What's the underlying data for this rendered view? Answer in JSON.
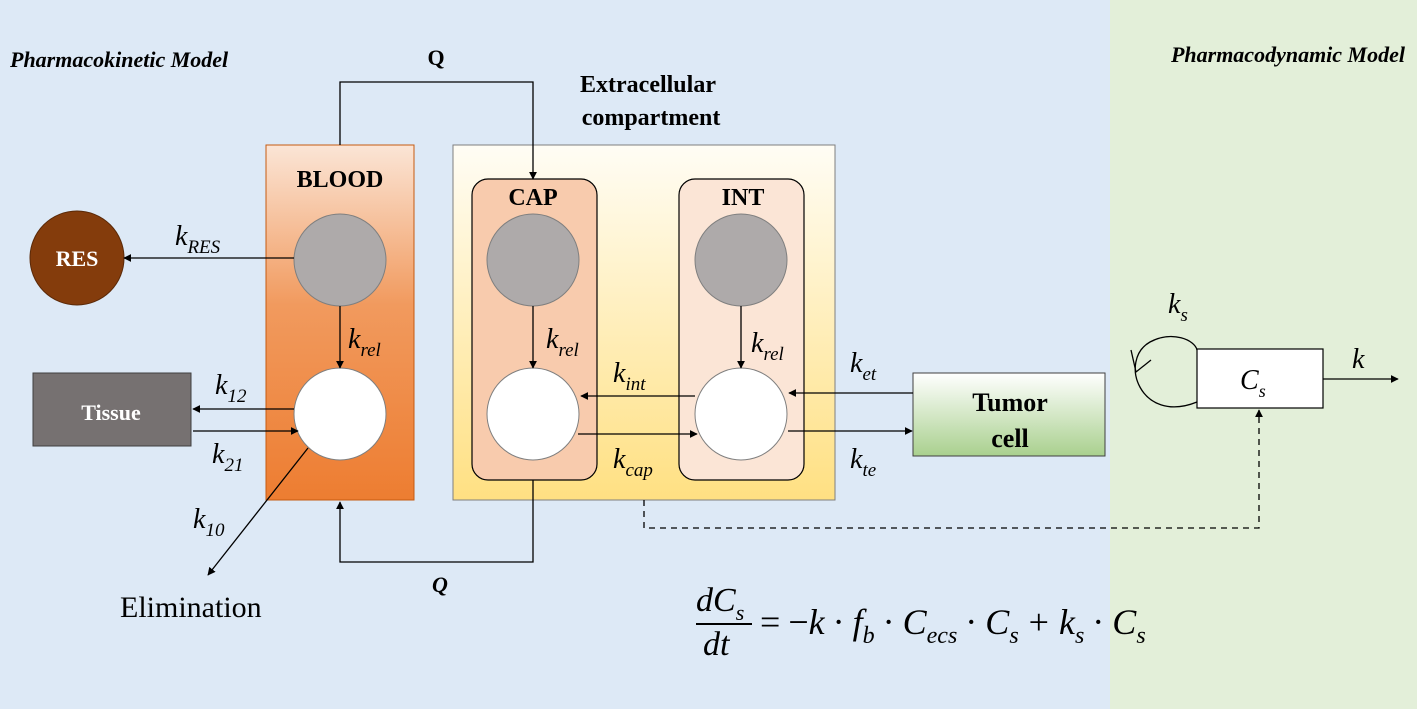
{
  "panels": {
    "pk_title": "Pharmacokinetic Model",
    "pd_title": "Pharmacodynamic Model"
  },
  "blood": {
    "label": "BLOOD"
  },
  "extracellular": {
    "label_line1": "Extracellular",
    "label_line2": "compartment"
  },
  "cap": {
    "label": "CAP"
  },
  "int": {
    "label": "INT"
  },
  "res": {
    "label": "RES"
  },
  "tissue": {
    "label": "Tissue"
  },
  "tumor": {
    "label_line1": "Tumor",
    "label_line2": "cell"
  },
  "elimination": {
    "label": "Elimination"
  },
  "flow": {
    "top": "Q",
    "bottom": "Q"
  },
  "rates": {
    "k_res": {
      "base": "k",
      "sub": "RES"
    },
    "k_rel_blood": {
      "base": "k",
      "sub": "rel"
    },
    "k_rel_cap": {
      "base": "k",
      "sub": "rel"
    },
    "k_rel_int": {
      "base": "k",
      "sub": "rel"
    },
    "k_12": {
      "base": "k",
      "sub": "12"
    },
    "k_21": {
      "base": "k",
      "sub": "21"
    },
    "k_10": {
      "base": "k",
      "sub": "10"
    },
    "k_int": {
      "base": "k",
      "sub": "int"
    },
    "k_cap": {
      "base": "k",
      "sub": "cap"
    },
    "k_et": {
      "base": "k",
      "sub": "et"
    },
    "k_te": {
      "base": "k",
      "sub": "te"
    },
    "k_s": {
      "base": "k",
      "sub": "s"
    },
    "k": {
      "base": "k"
    }
  },
  "cs_box": {
    "base": "C",
    "sub": "s"
  },
  "equation": {
    "num_base": "dC",
    "num_sub": "s",
    "den": "dt",
    "eq": "=",
    "minus": "−",
    "k": "k",
    "dot1": "·",
    "fb_base": "f",
    "fb_sub": "b",
    "dot2": "·",
    "cecs_base": "C",
    "cecs_sub": "ecs",
    "dot3": "·",
    "cs1_base": "C",
    "cs1_sub": "s",
    "plus": "+",
    "ks_base": "k",
    "ks_sub": "s",
    "dot4": "·",
    "cs2_base": "C",
    "cs2_sub": "s"
  },
  "colors": {
    "pk_background": "#dde9f6",
    "pd_background": "#e3efd9",
    "blood_fill_top": "#fbe5d6",
    "blood_fill_bottom": "#ed7d31",
    "res_fill": "#843c0c",
    "tissue_fill": "#767171",
    "tumor_fill_top": "#ffffff",
    "tumor_fill_bottom": "#a9d08e",
    "gray_node": "#aeaaaa"
  }
}
